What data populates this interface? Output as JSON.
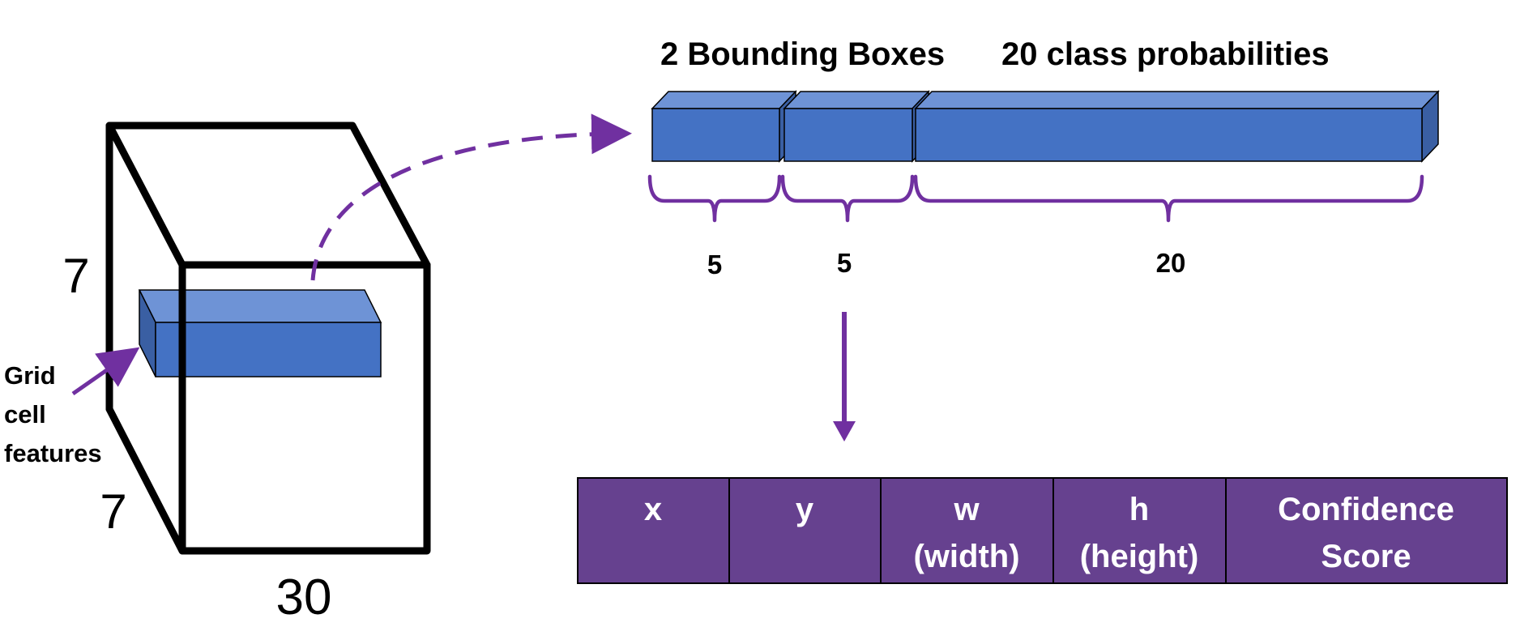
{
  "tensor": {
    "height_label": "7",
    "depth_label": "7",
    "width_label": "30"
  },
  "grid_cell_label": [
    "Grid",
    "cell",
    "features"
  ],
  "vector": {
    "header_boxes": "2 Bounding Boxes",
    "header_classes": "20 class probabilities",
    "segments": [
      {
        "count": "5"
      },
      {
        "count": "5"
      },
      {
        "count": "20"
      }
    ]
  },
  "box_fields": [
    {
      "lines": [
        "x"
      ]
    },
    {
      "lines": [
        "y"
      ]
    },
    {
      "lines": [
        "w",
        "(width)"
      ]
    },
    {
      "lines": [
        "h",
        "(height)"
      ]
    },
    {
      "lines": [
        "Confidence",
        "Score"
      ]
    }
  ],
  "colors": {
    "bar_front": "#4472C4",
    "bar_top": "#6E93D6",
    "bar_side": "#3A5FA3",
    "accent_purple": "#7030A0",
    "table_fill": "#66418F",
    "outline": "#000000"
  }
}
